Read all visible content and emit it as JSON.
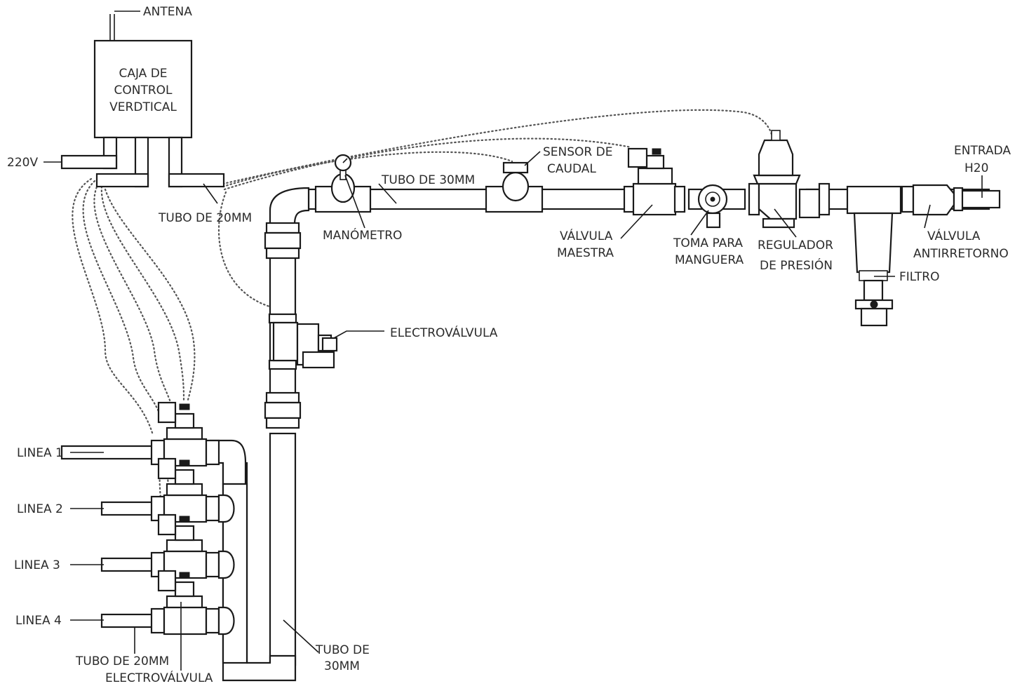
{
  "control_box": {
    "line1": "CAJA DE",
    "line2": "CONTROL",
    "line3": "VERDTICAL"
  },
  "labels": {
    "antenna": "ANTENA",
    "power": "220V",
    "tube_20_top": "TUBO DE 20MM",
    "tube_30_top": "TUBO DE 30MM",
    "manometer": "MANÓMETRO",
    "flow_sensor_1": "SENSOR DE",
    "flow_sensor_2": "CAUDAL",
    "master_valve_1": "VÁLVULA",
    "master_valve_2": "MAESTRA",
    "hose_tap_1": "TOMA PARA",
    "hose_tap_2": "MANGUERA",
    "pressure_reg_1": "REGULADOR",
    "pressure_reg_2": "DE PRESIÓN",
    "inlet_1": "ENTRADA",
    "inlet_2": "H20",
    "check_valve_1": "VÁLVULA",
    "check_valve_2": "ANTIRRETORNO",
    "filter": "FILTRO",
    "solenoid_valve": "ELECTROVÁLVULA",
    "line_1": "LINEA 1",
    "line_2": "LINEA 2",
    "line_3": "LINEA 3",
    "line_4": "LINEA 4",
    "tube_20_bottom": "TUBO DE 20MM",
    "solenoid_valve_bottom": "ELECTROVÁLVULA",
    "tube_30_bottom_1": "TUBO DE",
    "tube_30_bottom_2": "30MM"
  }
}
